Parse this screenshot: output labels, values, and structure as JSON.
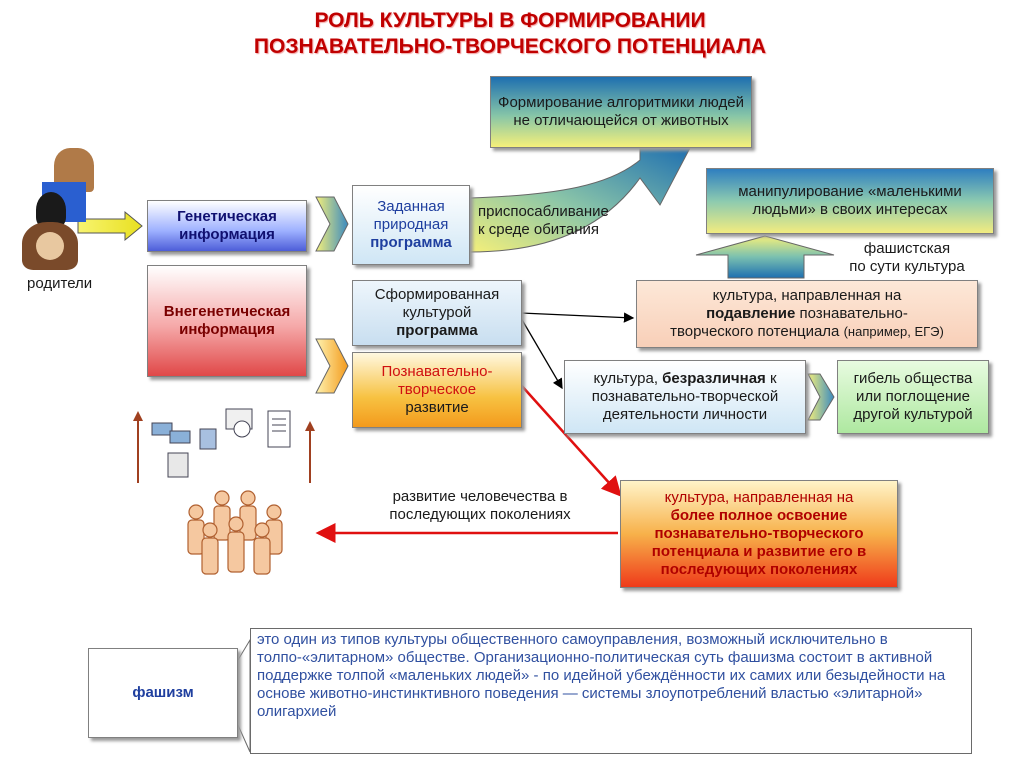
{
  "title": {
    "line1": "РОЛЬ КУЛЬТУРЫ В ФОРМИРОВАНИИ",
    "line2": "ПОЗНАВАТЕЛЬНО-ТВОРЧЕСКОГО ПОТЕНЦИАЛА"
  },
  "parents_label": "родители",
  "genetic_info": "Генетическая информация",
  "extragenetic_info": "Внегенетическая информация",
  "preset_program": {
    "line1": "Заданная",
    "line2": "природная",
    "line3": "программа"
  },
  "adaptation": {
    "line1": "приспосабливание",
    "line2": "к среде обитания"
  },
  "algorithm_box": "Формирование алгоритмики людей не отличающейся от животных",
  "manipulation_box": "манипулирование «маленькими людьми» в своих интересах",
  "fascist_culture": {
    "line1": "фашистская",
    "line2": "по сути культура"
  },
  "culture_program": {
    "line1": "Сформированная",
    "line2": "культурой",
    "line3": "программа"
  },
  "suppression_box": {
    "part1": "культура, направленная на",
    "bold": "подавление",
    "part2": "познавательно-",
    "part3": "творческого потенциала",
    "small": "(например, ЕГЭ)"
  },
  "cognitive_dev": {
    "line1": "Познавательно-",
    "line2": "творческое",
    "line3": "развитие"
  },
  "indifferent_box": {
    "part1": "культура,",
    "bold": "безразличная",
    "part2": "к",
    "line2": "познавательно-творческой",
    "line3": "деятельности личности"
  },
  "death_box": "гибель общества или поглощение другой культурой",
  "development_box": {
    "line1": "культура, направленная на",
    "line2": "более полное освоение",
    "line3": "познавательно-творческого",
    "line4": "потенциала и развитие его в",
    "line5": "последующих поколениях"
  },
  "humanity_dev": {
    "line1": "развитие человечества в",
    "line2": "последующих поколениях"
  },
  "fascism": {
    "term": "фашизм",
    "definition": "это один из типов культуры общественного самоуправления, возможный исключительно в толпо-«элитарном» обществе. Организационно-политическая суть фашизма состоит в активной поддержке толпой «маленьких людей» - по идейной убеждённости их самих или безыдейности на основе животно-инстинктивного поведения — системы злоупотреблений властью «элитарной» олигархией"
  },
  "colors": {
    "title": "#c00000",
    "red_arrow": "#e01010",
    "blue_gradient_top": "#1e6fb0",
    "yellow": "#f5f07a"
  },
  "icons": [
    "parents-icon",
    "info-media-icon",
    "people-group-icon"
  ]
}
